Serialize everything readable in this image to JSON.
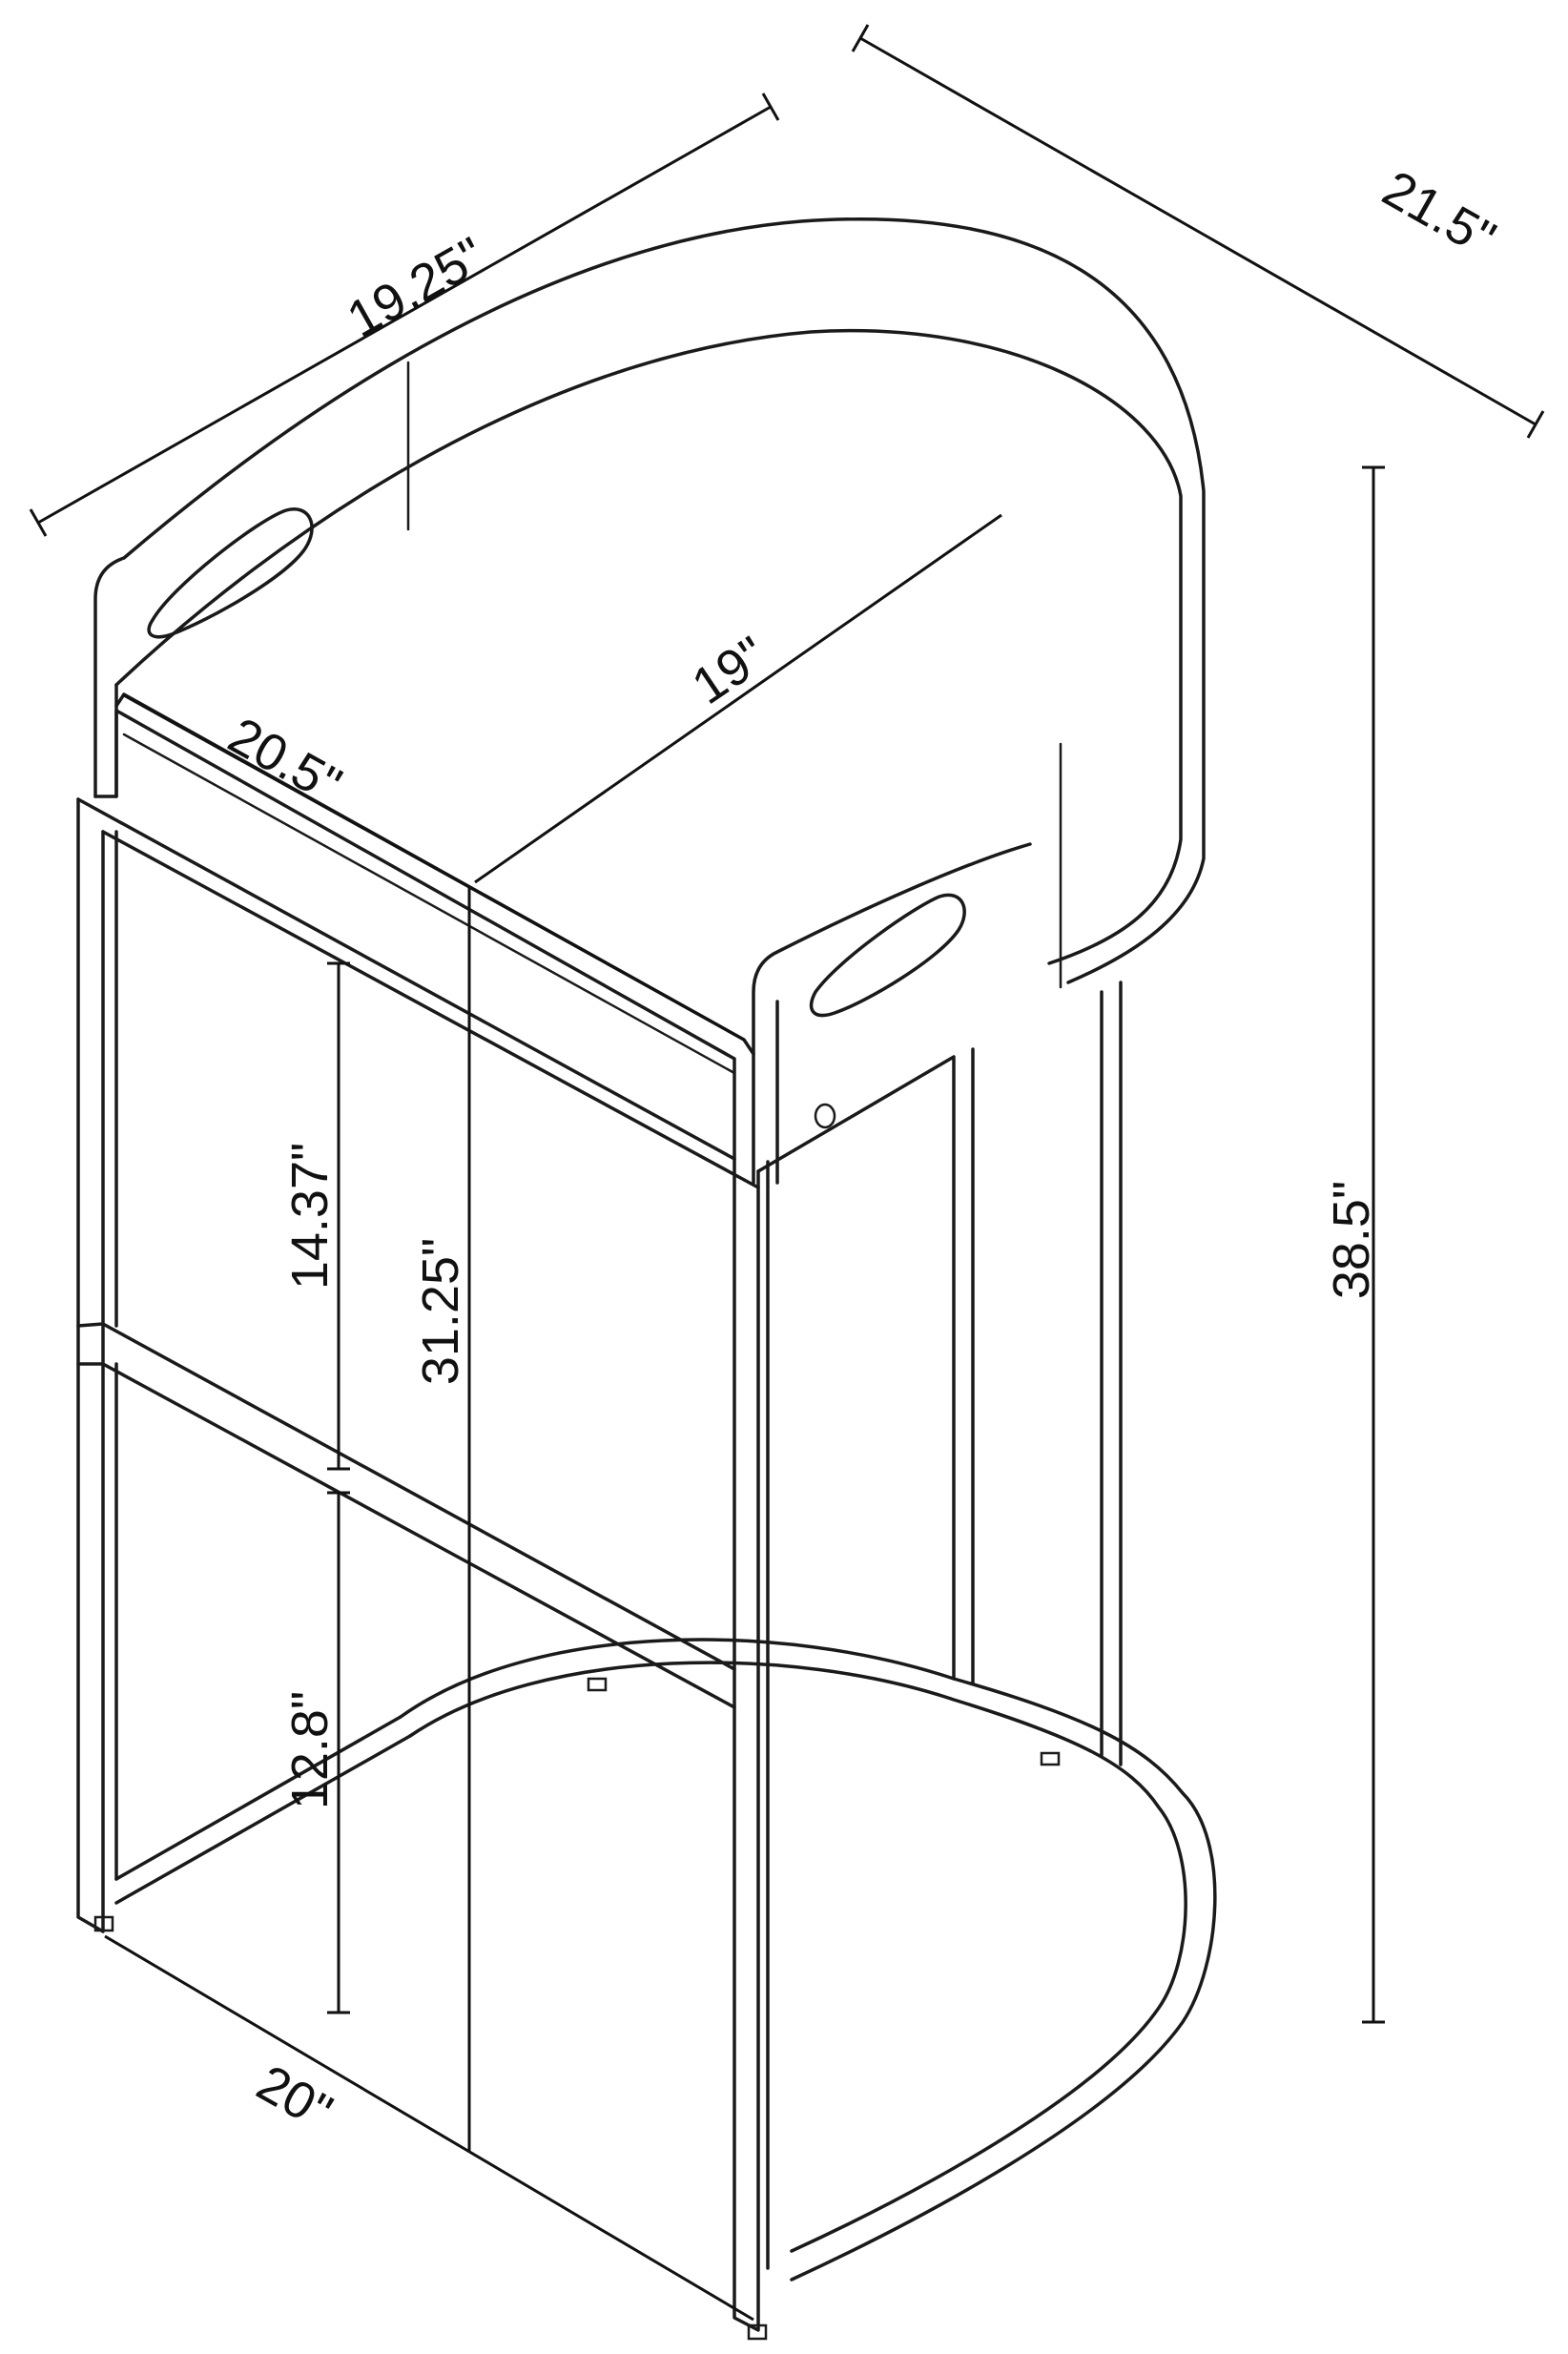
{
  "dimensions": {
    "top_width": "19.25\"",
    "top_depth": "21.5\"",
    "overall_height": "38.5\"",
    "seat_depth": "19\"",
    "seat_width": "20.5\"",
    "seat_height": "31.25\"",
    "upper_rung_gap": "14.37\"",
    "footrest_height": "12.8\"",
    "base_width": "20\""
  },
  "colors": {
    "line": "#1a1a1a",
    "background": "#ffffff"
  }
}
